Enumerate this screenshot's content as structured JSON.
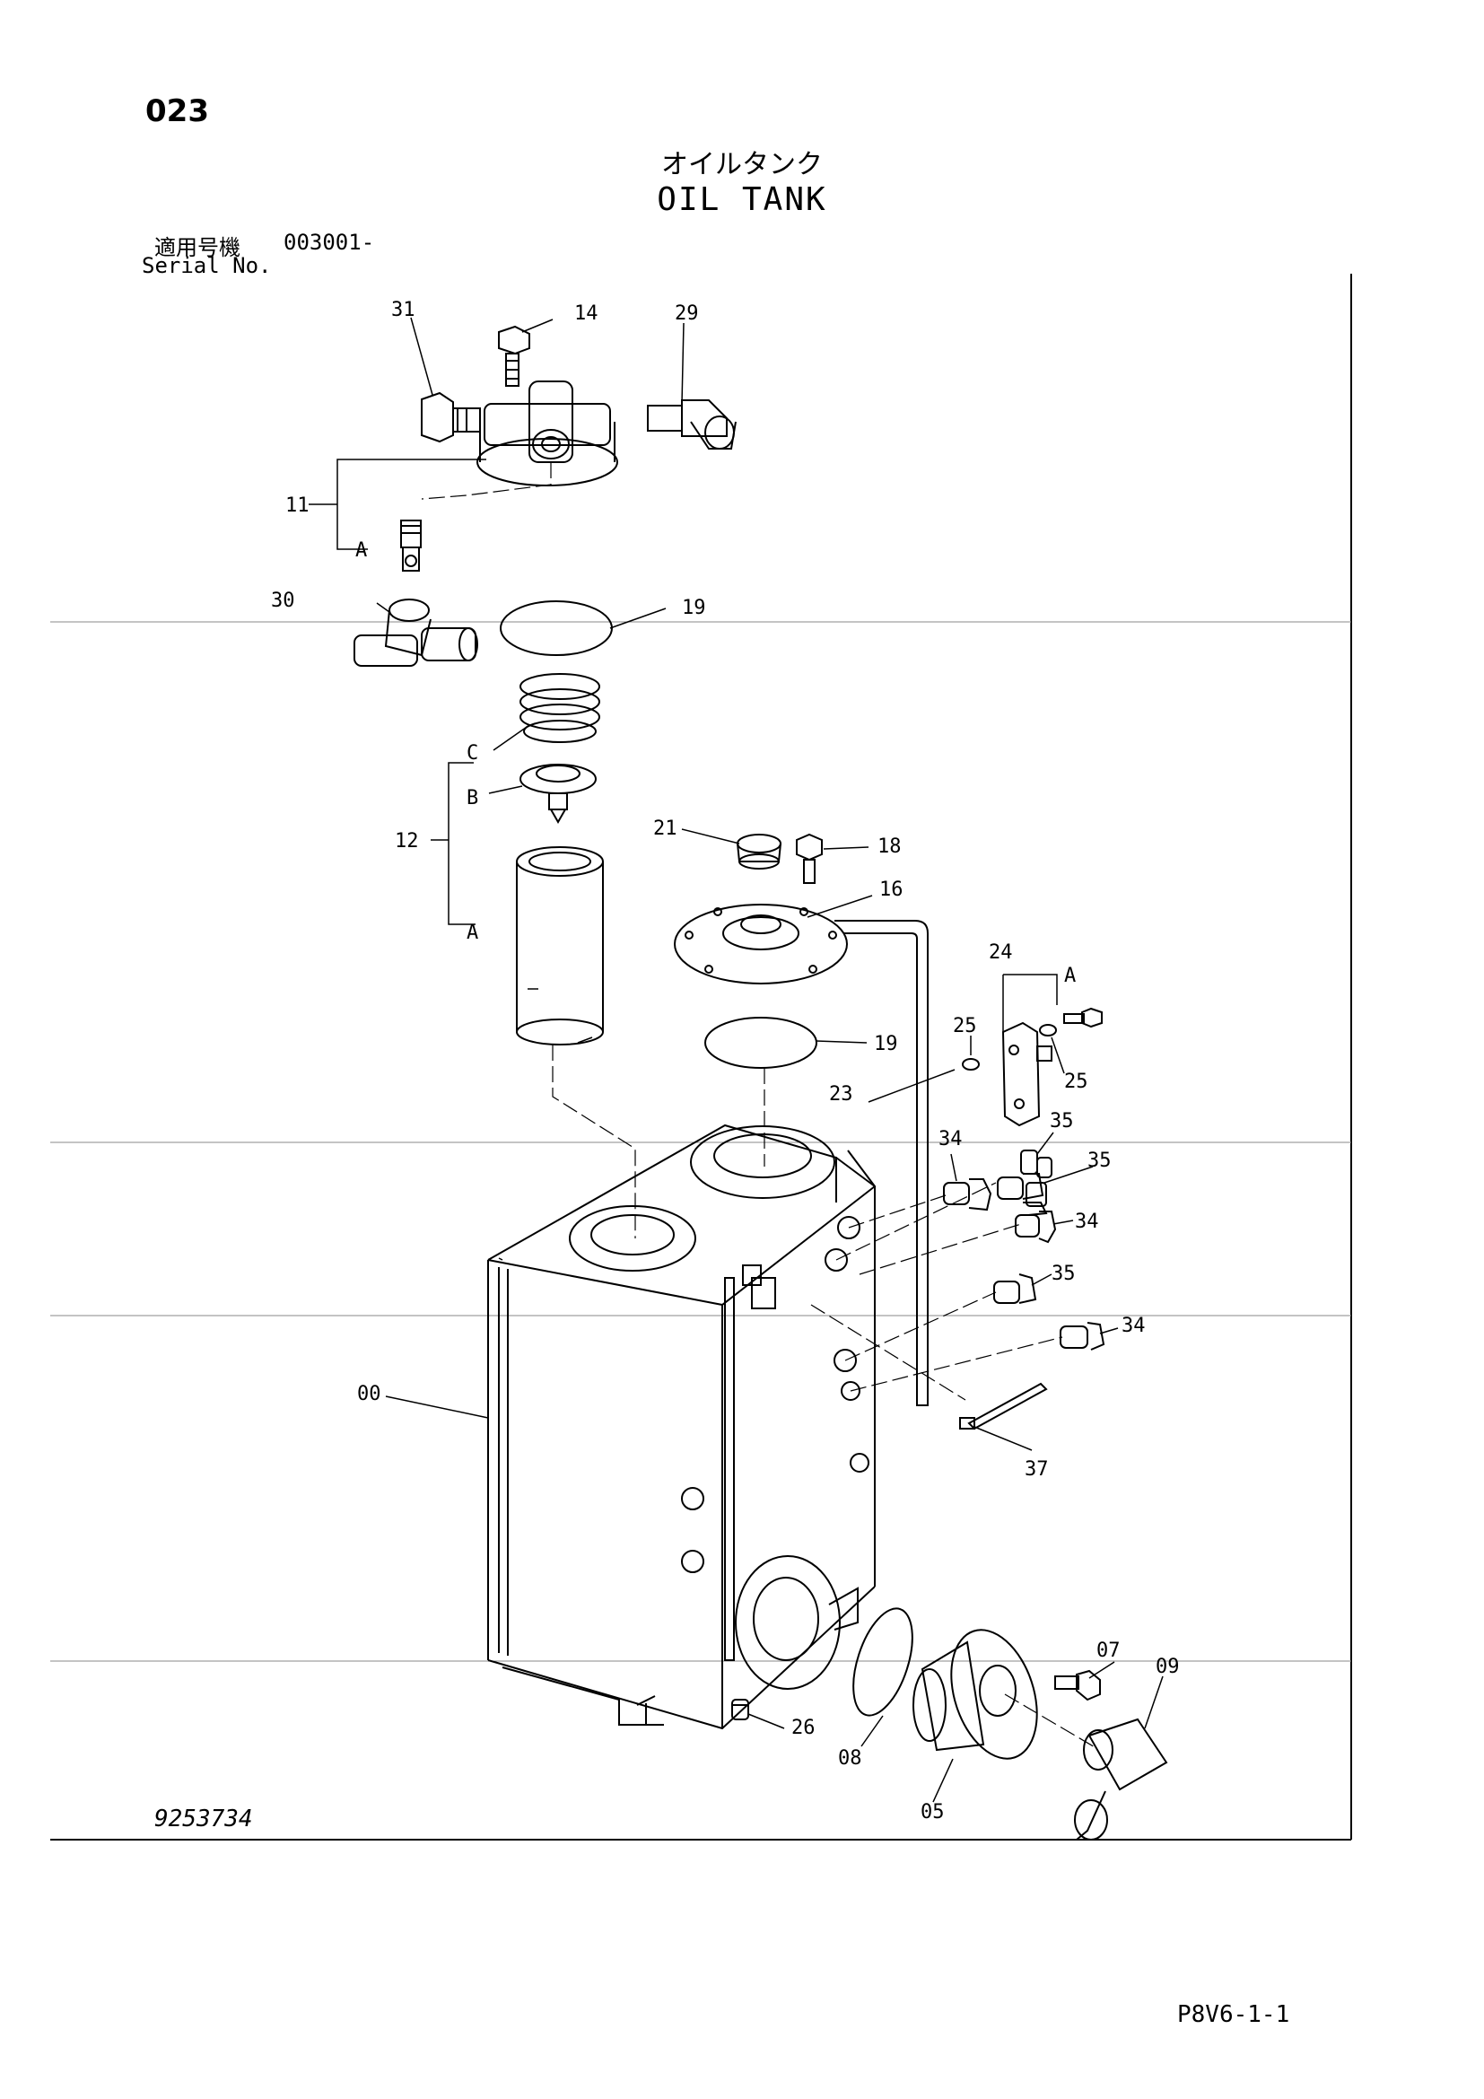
{
  "header": {
    "page_number": "023",
    "title_jp": "オイルタンク",
    "title_en": "OIL TANK",
    "serial_label_jp": "適用号機",
    "serial_value": "003001-",
    "serial_label_en": "Serial No."
  },
  "callouts": {
    "c31": "31",
    "c14": "14",
    "c29": "29",
    "c11": "11",
    "cA1": "A",
    "c30": "30",
    "c19a": "19",
    "cC": "C",
    "cB": "B",
    "c12": "12",
    "cA2": "A",
    "c21": "21",
    "c18": "18",
    "c16": "16",
    "c24": "24",
    "cA3": "A",
    "c19b": "19",
    "c25a": "25",
    "c25b": "25",
    "c23": "23",
    "c34a": "34",
    "c35a": "35",
    "c35b": "35",
    "c34b": "34",
    "c35c": "35",
    "c34c": "34",
    "c00": "00",
    "c37": "37",
    "c07": "07",
    "c09": "09",
    "c26": "26",
    "c08": "08",
    "c05": "05"
  },
  "footer": {
    "drawing_number": "9253734",
    "page_code": "P8V6-1-1"
  }
}
